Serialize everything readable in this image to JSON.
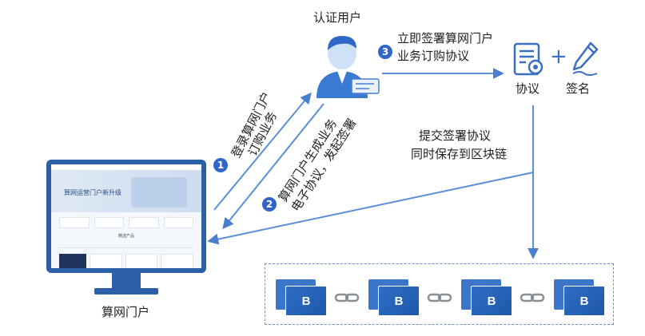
{
  "nodes": {
    "user": "认证用户",
    "portal": "算网门户",
    "agreement": "协议",
    "signature": "签名",
    "plus": "+"
  },
  "steps": [
    {
      "num": "1",
      "text_line1": "登录算网门户",
      "text_line2": "订购业务"
    },
    {
      "num": "2",
      "text_line1": "算网门户生成业务",
      "text_line2": "电子协议，发起签署"
    },
    {
      "num": "3",
      "text_line1": "立即签署算网门户",
      "text_line2": "业务订购协议"
    }
  ],
  "submit": {
    "line1": "提交签署协议",
    "line2": "同时保存到区块链"
  },
  "blocks": [
    {
      "label": "B"
    },
    {
      "label": "B"
    },
    {
      "label": "B"
    },
    {
      "label": "B"
    }
  ],
  "screen": {
    "banner": "算网运营门户新升级",
    "section": "精选产品"
  },
  "colors": {
    "accent": "#2f66c8",
    "arrow": "#5b8fd8",
    "monitor": "#2b5fa8"
  }
}
